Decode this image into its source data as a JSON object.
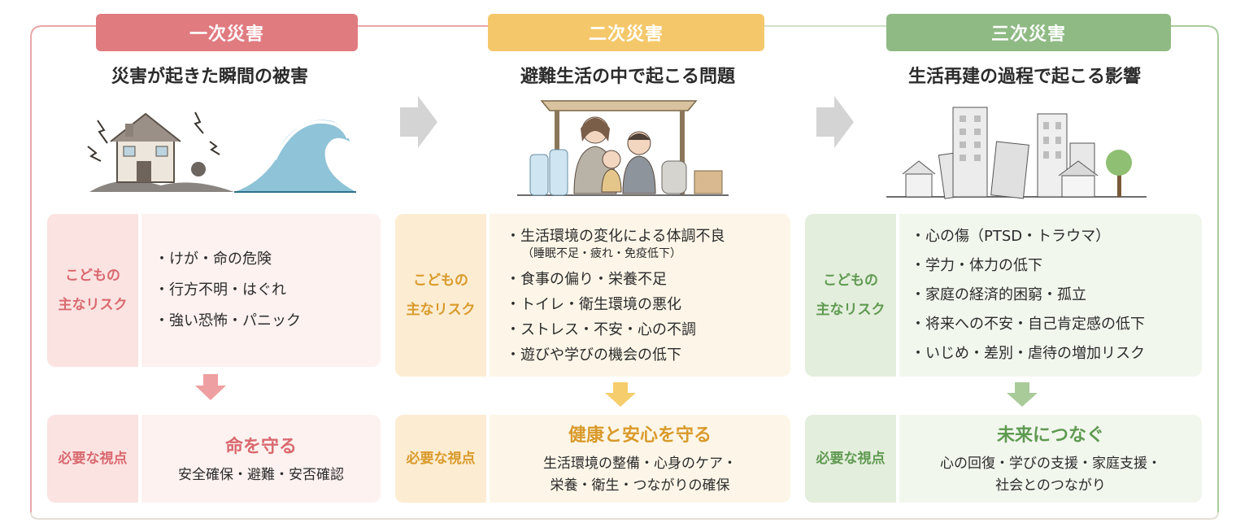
{
  "columns": [
    {
      "title": "一次災害",
      "subtitle": "災害が起きた瞬間の被害",
      "illustration": "house-earthquake-tsunami",
      "risk_label": [
        "こどもの",
        "主なリスク"
      ],
      "risks": [
        "・けが・命の危険",
        "・行方不明・はぐれ",
        "・強い恐怖・パニック"
      ],
      "view_label": "必要な視点",
      "view_title": "命を守る",
      "view_desc": [
        "安全確保・避難・安否確認"
      ],
      "color": "#e07b80"
    },
    {
      "title": "二次災害",
      "subtitle": "避難生活の中で起こる問題",
      "illustration": "family-in-shelter",
      "risk_label": [
        "こどもの",
        "主なリスク"
      ],
      "risks": [
        "・生活環境の変化による体調不良",
        "（睡眠不足・疲れ・免疫低下）",
        "・食事の偏り・栄養不足",
        "・トイレ・衛生環境の悪化",
        "・ストレス・不安・心の不調",
        "・遊びや学びの機会の低下"
      ],
      "view_label": "必要な視点",
      "view_title": "健康と安心を守る",
      "view_desc": [
        "生活環境の整備・心身のケア・",
        "栄養・衛生・つながりの確保"
      ],
      "color": "#e9b24c"
    },
    {
      "title": "三次災害",
      "subtitle": "生活再建の過程で起こる影響",
      "illustration": "town-rebuilding",
      "risk_label": [
        "こどもの",
        "主なリスク"
      ],
      "risks": [
        "・心の傷（PTSD・トラウマ）",
        "・学力・体力の低下",
        "・家庭の経済的困窮・孤立",
        "・将来への不安・自己肯定感の低下",
        "・いじめ・差別・虐待の増加リスク"
      ],
      "view_label": "必要な視点",
      "view_title": "未来につなぐ",
      "view_desc": [
        "心の回復・学びの支援・家庭支援・",
        "社会とのつながり"
      ],
      "color": "#86b27a"
    }
  ],
  "colors": {
    "red_badge": "#e07b80",
    "red_light": "#fbe7e6",
    "red_lighter": "#fdf3f1",
    "red_text": "#d9696f",
    "yellow_badge": "#f4c86a",
    "yellow_light": "#fcefd6",
    "yellow_lighter": "#fdf7ea",
    "yellow_text": "#d99a2b",
    "green_badge": "#8fba84",
    "green_light": "#e6f0df",
    "green_lighter": "#f3f8ef",
    "green_text": "#5f9a51",
    "arrow_gray": "#cfcfcf"
  }
}
